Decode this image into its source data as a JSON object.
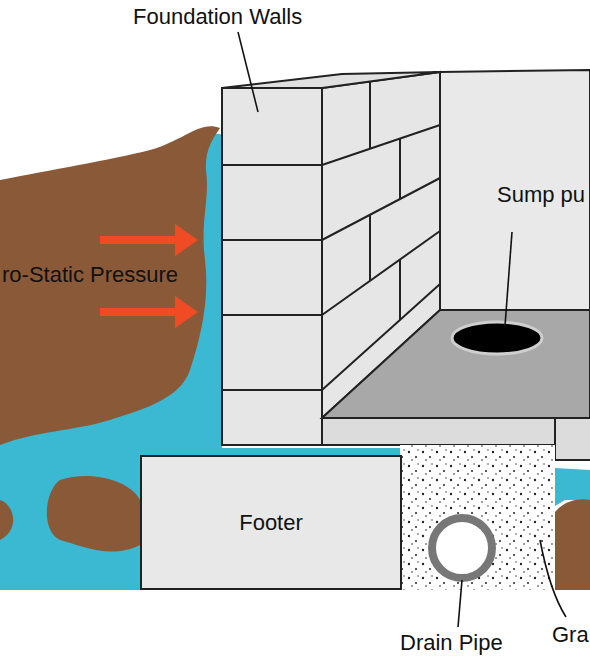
{
  "diagram": {
    "nodes": [
      {
        "text": [
          "Footer"
        ]
      }
    ],
    "labels": [
      "Foundation Walls",
      "Sump pu",
      "ro-Static Pressure",
      "Drain Pipe",
      "Gra"
    ]
  }
}
